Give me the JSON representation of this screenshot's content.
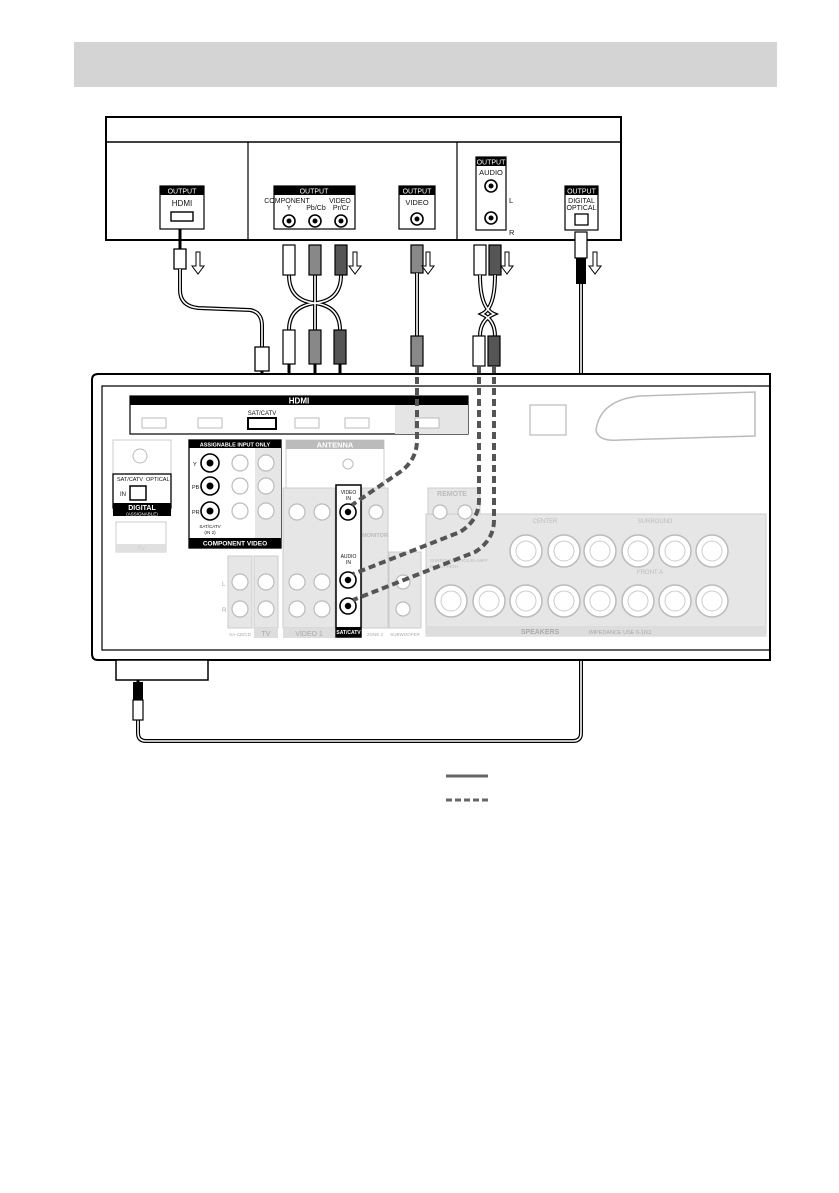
{
  "source_device": {
    "hdmi_out": {
      "header": "OUTPUT",
      "label": "HDMI"
    },
    "component_out": {
      "header": "OUTPUT",
      "y": "COMPONENT\nY",
      "pb": "Pb/Cb",
      "pr": "VIDEO\nPr/Cr"
    },
    "video_out": {
      "header": "OUTPUT",
      "label": "VIDEO"
    },
    "audio_out": {
      "header": "OUTPUT",
      "label": "AUDIO",
      "left": "L",
      "right": "R"
    },
    "optical_out": {
      "header": "OUTPUT",
      "label": "DIGITAL\nOPTICAL"
    }
  },
  "receiver": {
    "hdmi_section": "HDMI",
    "hdmi_input": "SAT/CATV",
    "antenna": "ANTENNA",
    "component_video": {
      "header": "ASSIGNABLE INPUT ONLY",
      "y": "Y",
      "pb": "PB",
      "pr": "PR",
      "input": "SAT/CATV\n(IN 2)",
      "footer": "COMPONENT VIDEO"
    },
    "digital": {
      "input": "SAT/CATV",
      "optical": "OPTICAL",
      "in": "IN",
      "footer": "DIGITAL",
      "sub": "(ASSIGNABLE)"
    },
    "sat_catv_block": {
      "video": "VIDEO\nIN",
      "audio": "AUDIO\nIN",
      "footer": "SAT/CATV"
    },
    "remote": "REMOTE",
    "monitor": "MONITOR",
    "video1": "VIDEO 1",
    "tv": "TV",
    "sacd": "SA-CD/CD",
    "zone2": "ZONE 2",
    "subwoofer": "SUBWOOFER",
    "center": "CENTER",
    "surround": "SURROUND",
    "front_a": "FRONT A",
    "surround_back": "SURROUND BACK/BI-AMP/\nFRONT HIGH",
    "speakers": "SPEAKERS",
    "impedance": "IMPEDANCE USE 6-16Ω",
    "ch_l": "L",
    "ch_r": "R"
  },
  "legend": {
    "solid": "",
    "dashed": ""
  }
}
